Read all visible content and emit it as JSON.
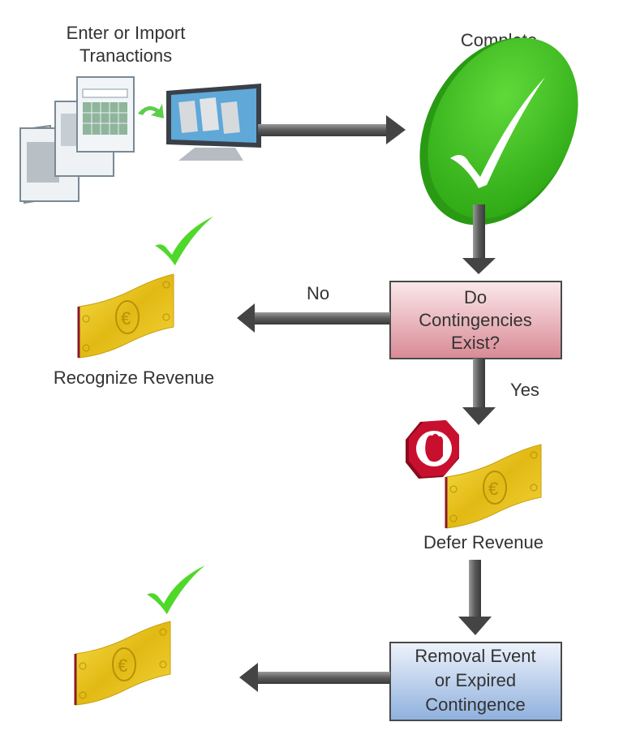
{
  "nodes": {
    "enter_import": {
      "line1": "Enter or Import",
      "line2": "Tranactions"
    },
    "complete": {
      "label": "Complete"
    },
    "decision": {
      "line1": "Do",
      "line2": "Contingencies",
      "line3": "Exist?"
    },
    "recognize": {
      "label": "Recognize Revenue"
    },
    "defer": {
      "label": "Defer Revenue"
    },
    "removal": {
      "line1": "Removal Event",
      "line2": "or Expired",
      "line3": "Contingence"
    }
  },
  "edges": {
    "no_label": "No",
    "yes_label": "Yes"
  },
  "colors": {
    "decision_box": "#e8a9b0",
    "removal_box": "#a9c4e8",
    "complete_green": "#3cbf1c",
    "arrow": "#6a6a6a",
    "bill": "#e6c21a",
    "stop": "#c8102e"
  },
  "icons": [
    "documents-icon",
    "monitor-icon",
    "check-icon",
    "euro-bill-icon",
    "stop-hand-icon"
  ]
}
